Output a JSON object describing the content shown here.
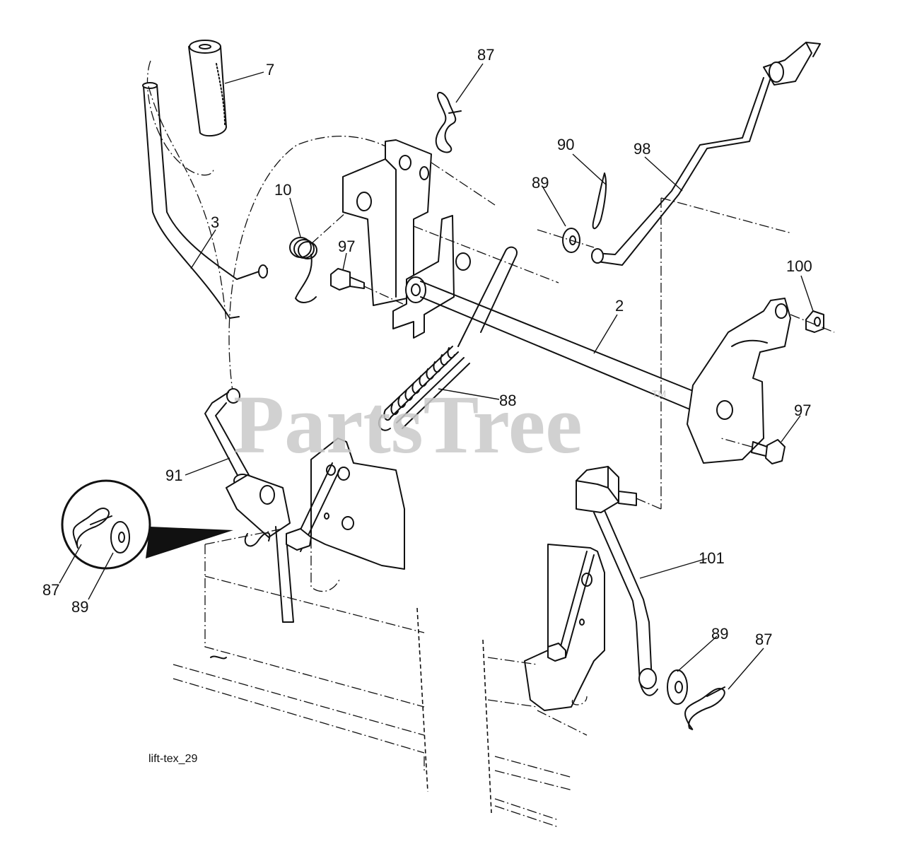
{
  "watermark": {
    "text": "PartsTree",
    "trademark": "TM"
  },
  "diagram_code": "lift-tex_29",
  "callouts": [
    {
      "id": "c7",
      "label": "7"
    },
    {
      "id": "c87a",
      "label": "87"
    },
    {
      "id": "c90",
      "label": "90"
    },
    {
      "id": "c98",
      "label": "98"
    },
    {
      "id": "c89a",
      "label": "89"
    },
    {
      "id": "c10",
      "label": "10"
    },
    {
      "id": "c3",
      "label": "3"
    },
    {
      "id": "c97a",
      "label": "97"
    },
    {
      "id": "c100",
      "label": "100"
    },
    {
      "id": "c2",
      "label": "2"
    },
    {
      "id": "c88",
      "label": "88"
    },
    {
      "id": "c97b",
      "label": "97"
    },
    {
      "id": "c91",
      "label": "91"
    },
    {
      "id": "c101",
      "label": "101"
    },
    {
      "id": "c87b",
      "label": "87"
    },
    {
      "id": "c89b",
      "label": "89"
    },
    {
      "id": "c89c",
      "label": "89"
    },
    {
      "id": "c87c",
      "label": "87"
    }
  ]
}
